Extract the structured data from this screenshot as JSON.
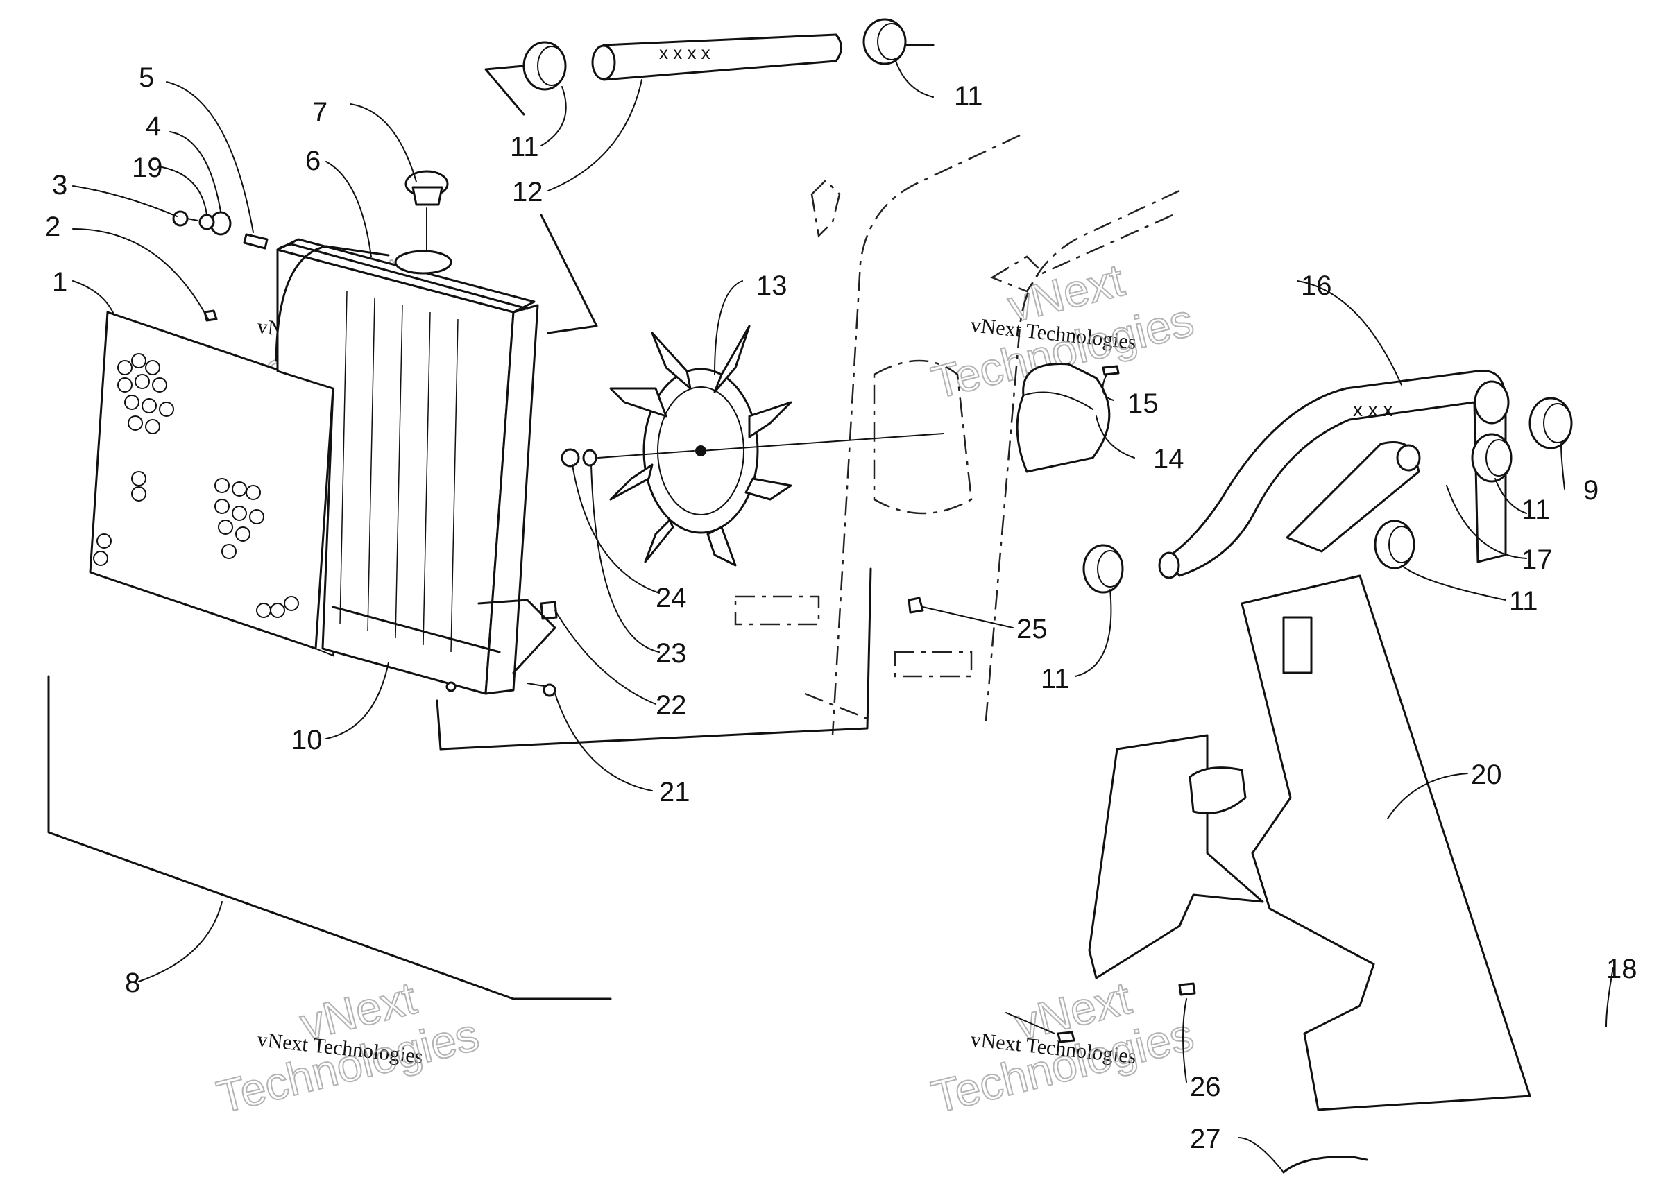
{
  "watermark": {
    "line1": "vNext",
    "line2": "vNext Technologies",
    "line3": "Technologies"
  },
  "callouts": [
    {
      "id": "c1",
      "label": "1"
    },
    {
      "id": "c2",
      "label": "2"
    },
    {
      "id": "c3",
      "label": "3"
    },
    {
      "id": "c19",
      "label": "19"
    },
    {
      "id": "c4",
      "label": "4"
    },
    {
      "id": "c5",
      "label": "5"
    },
    {
      "id": "c6",
      "label": "6"
    },
    {
      "id": "c7",
      "label": "7"
    },
    {
      "id": "c11a",
      "label": "11"
    },
    {
      "id": "c12",
      "label": "12"
    },
    {
      "id": "c11b",
      "label": "11"
    },
    {
      "id": "c13",
      "label": "13"
    },
    {
      "id": "c16",
      "label": "16"
    },
    {
      "id": "c15",
      "label": "15"
    },
    {
      "id": "c14",
      "label": "14"
    },
    {
      "id": "c9",
      "label": "9"
    },
    {
      "id": "c11c",
      "label": "11"
    },
    {
      "id": "c17",
      "label": "17"
    },
    {
      "id": "c11d",
      "label": "11"
    },
    {
      "id": "c24",
      "label": "24"
    },
    {
      "id": "c23",
      "label": "23"
    },
    {
      "id": "c22",
      "label": "22"
    },
    {
      "id": "c25",
      "label": "25"
    },
    {
      "id": "c11e",
      "label": "11"
    },
    {
      "id": "c10",
      "label": "10"
    },
    {
      "id": "c21",
      "label": "21"
    },
    {
      "id": "c20",
      "label": "20"
    },
    {
      "id": "c8",
      "label": "8"
    },
    {
      "id": "c18",
      "label": "18"
    },
    {
      "id": "c26",
      "label": "26"
    },
    {
      "id": "c27",
      "label": "27"
    }
  ]
}
